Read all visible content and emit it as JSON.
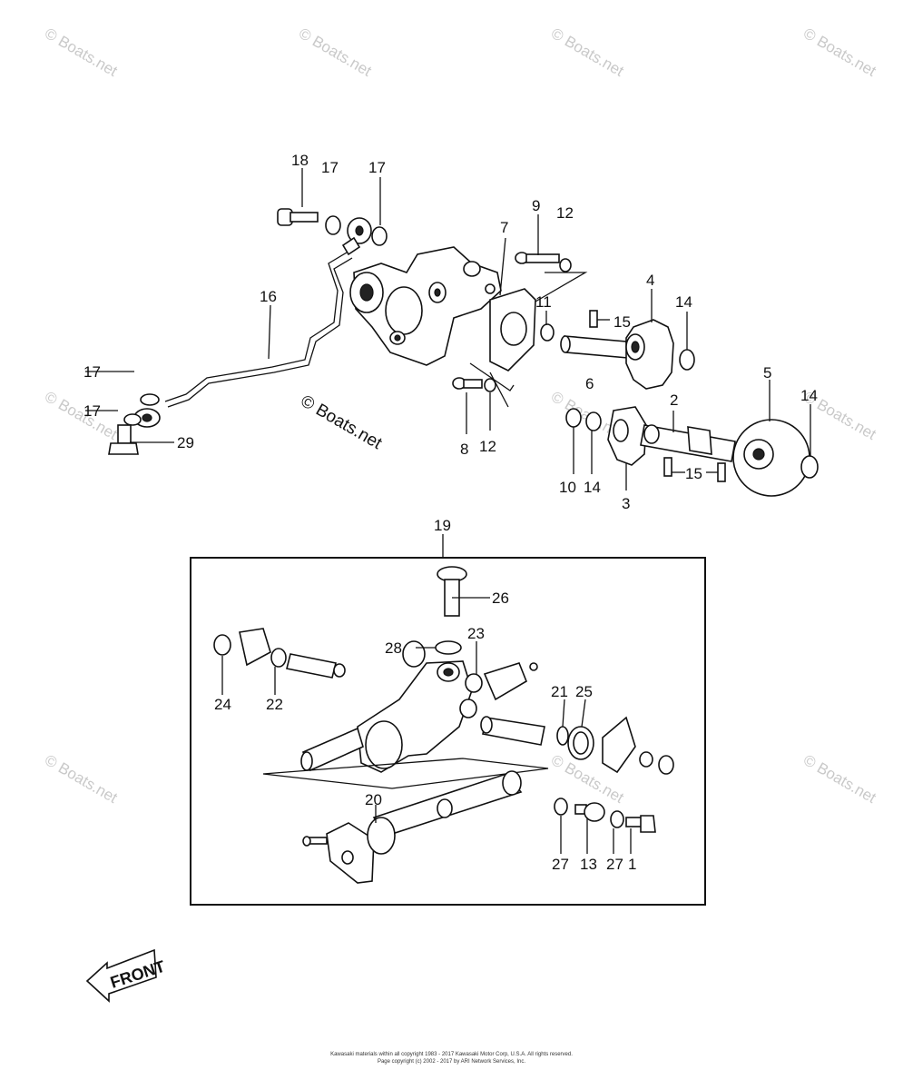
{
  "watermarks": [
    {
      "text": "© Boats.net"
    },
    {
      "text": "© Boats.net"
    },
    {
      "text": "© Boats.net"
    },
    {
      "text": "© Boats.net"
    },
    {
      "text": "© Boats.net"
    },
    {
      "text": "© Boats.net"
    },
    {
      "text": "© Boats.net"
    },
    {
      "text": "© Boats.net"
    },
    {
      "text": "© Boats.net"
    },
    {
      "text": "© Boats.net"
    }
  ],
  "center_watermark": "© Boats.net",
  "callouts": [
    "18",
    "17",
    "17",
    "9",
    "12",
    "7",
    "16",
    "11",
    "15",
    "4",
    "14",
    "5",
    "17",
    "6",
    "2",
    "14",
    "17",
    "29",
    "8",
    "12",
    "10",
    "14",
    "3",
    "15",
    "19",
    "26",
    "28",
    "23",
    "24",
    "22",
    "21",
    "25",
    "20",
    "27",
    "13",
    "27",
    "1"
  ],
  "front_label": "FRONT",
  "legal_line_1": "Kawasaki materials within all copyright 1983 - 2017 Kawasaki Motor Corp, U.S.A. All rights reserved.",
  "legal_line_2": "Page copyright (c) 2002 - 2017 by ARI Network Services, Inc."
}
